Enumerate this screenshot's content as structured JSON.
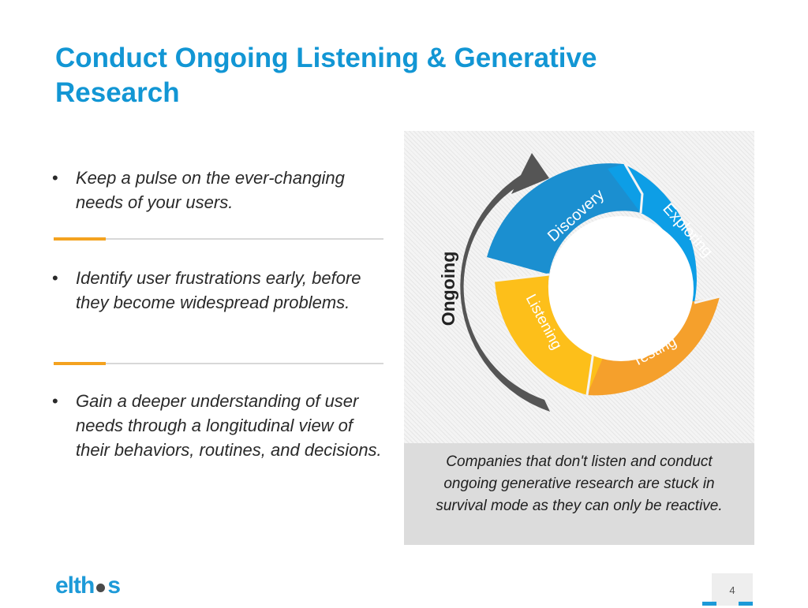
{
  "slide": {
    "title": "Conduct Ongoing Listening & Generative Research",
    "page_number": "4"
  },
  "bullets": [
    {
      "marker": "•",
      "text": "Keep a pulse on the ever-changing needs of your users."
    },
    {
      "marker": "•",
      "text": "Identify user frustrations early, before they become widespread problems."
    },
    {
      "marker": "•",
      "text": "Gain a deeper understanding of user needs through a longitudinal view of their behaviors, routines, and decisions."
    }
  ],
  "diagram": {
    "segments": [
      {
        "label": "Discovery",
        "color": "#1b8fd0"
      },
      {
        "label": "Exploring",
        "color": "#0d9ee6"
      },
      {
        "label": "Testing",
        "color": "#f5a02c"
      },
      {
        "label": "Listening",
        "color": "#fdbf1a"
      }
    ],
    "ongoing_label": "Ongoing",
    "arrow_color": "#555555"
  },
  "caption": {
    "text": "Companies that don't listen and conduct ongoing generative research are stuck in survival mode as they can only be reactive."
  },
  "logo": {
    "text_left": "elth",
    "text_right": "s"
  },
  "colors": {
    "title": "#1296d4",
    "accent": "#f4a21f",
    "logo": "#1d9ad8"
  }
}
